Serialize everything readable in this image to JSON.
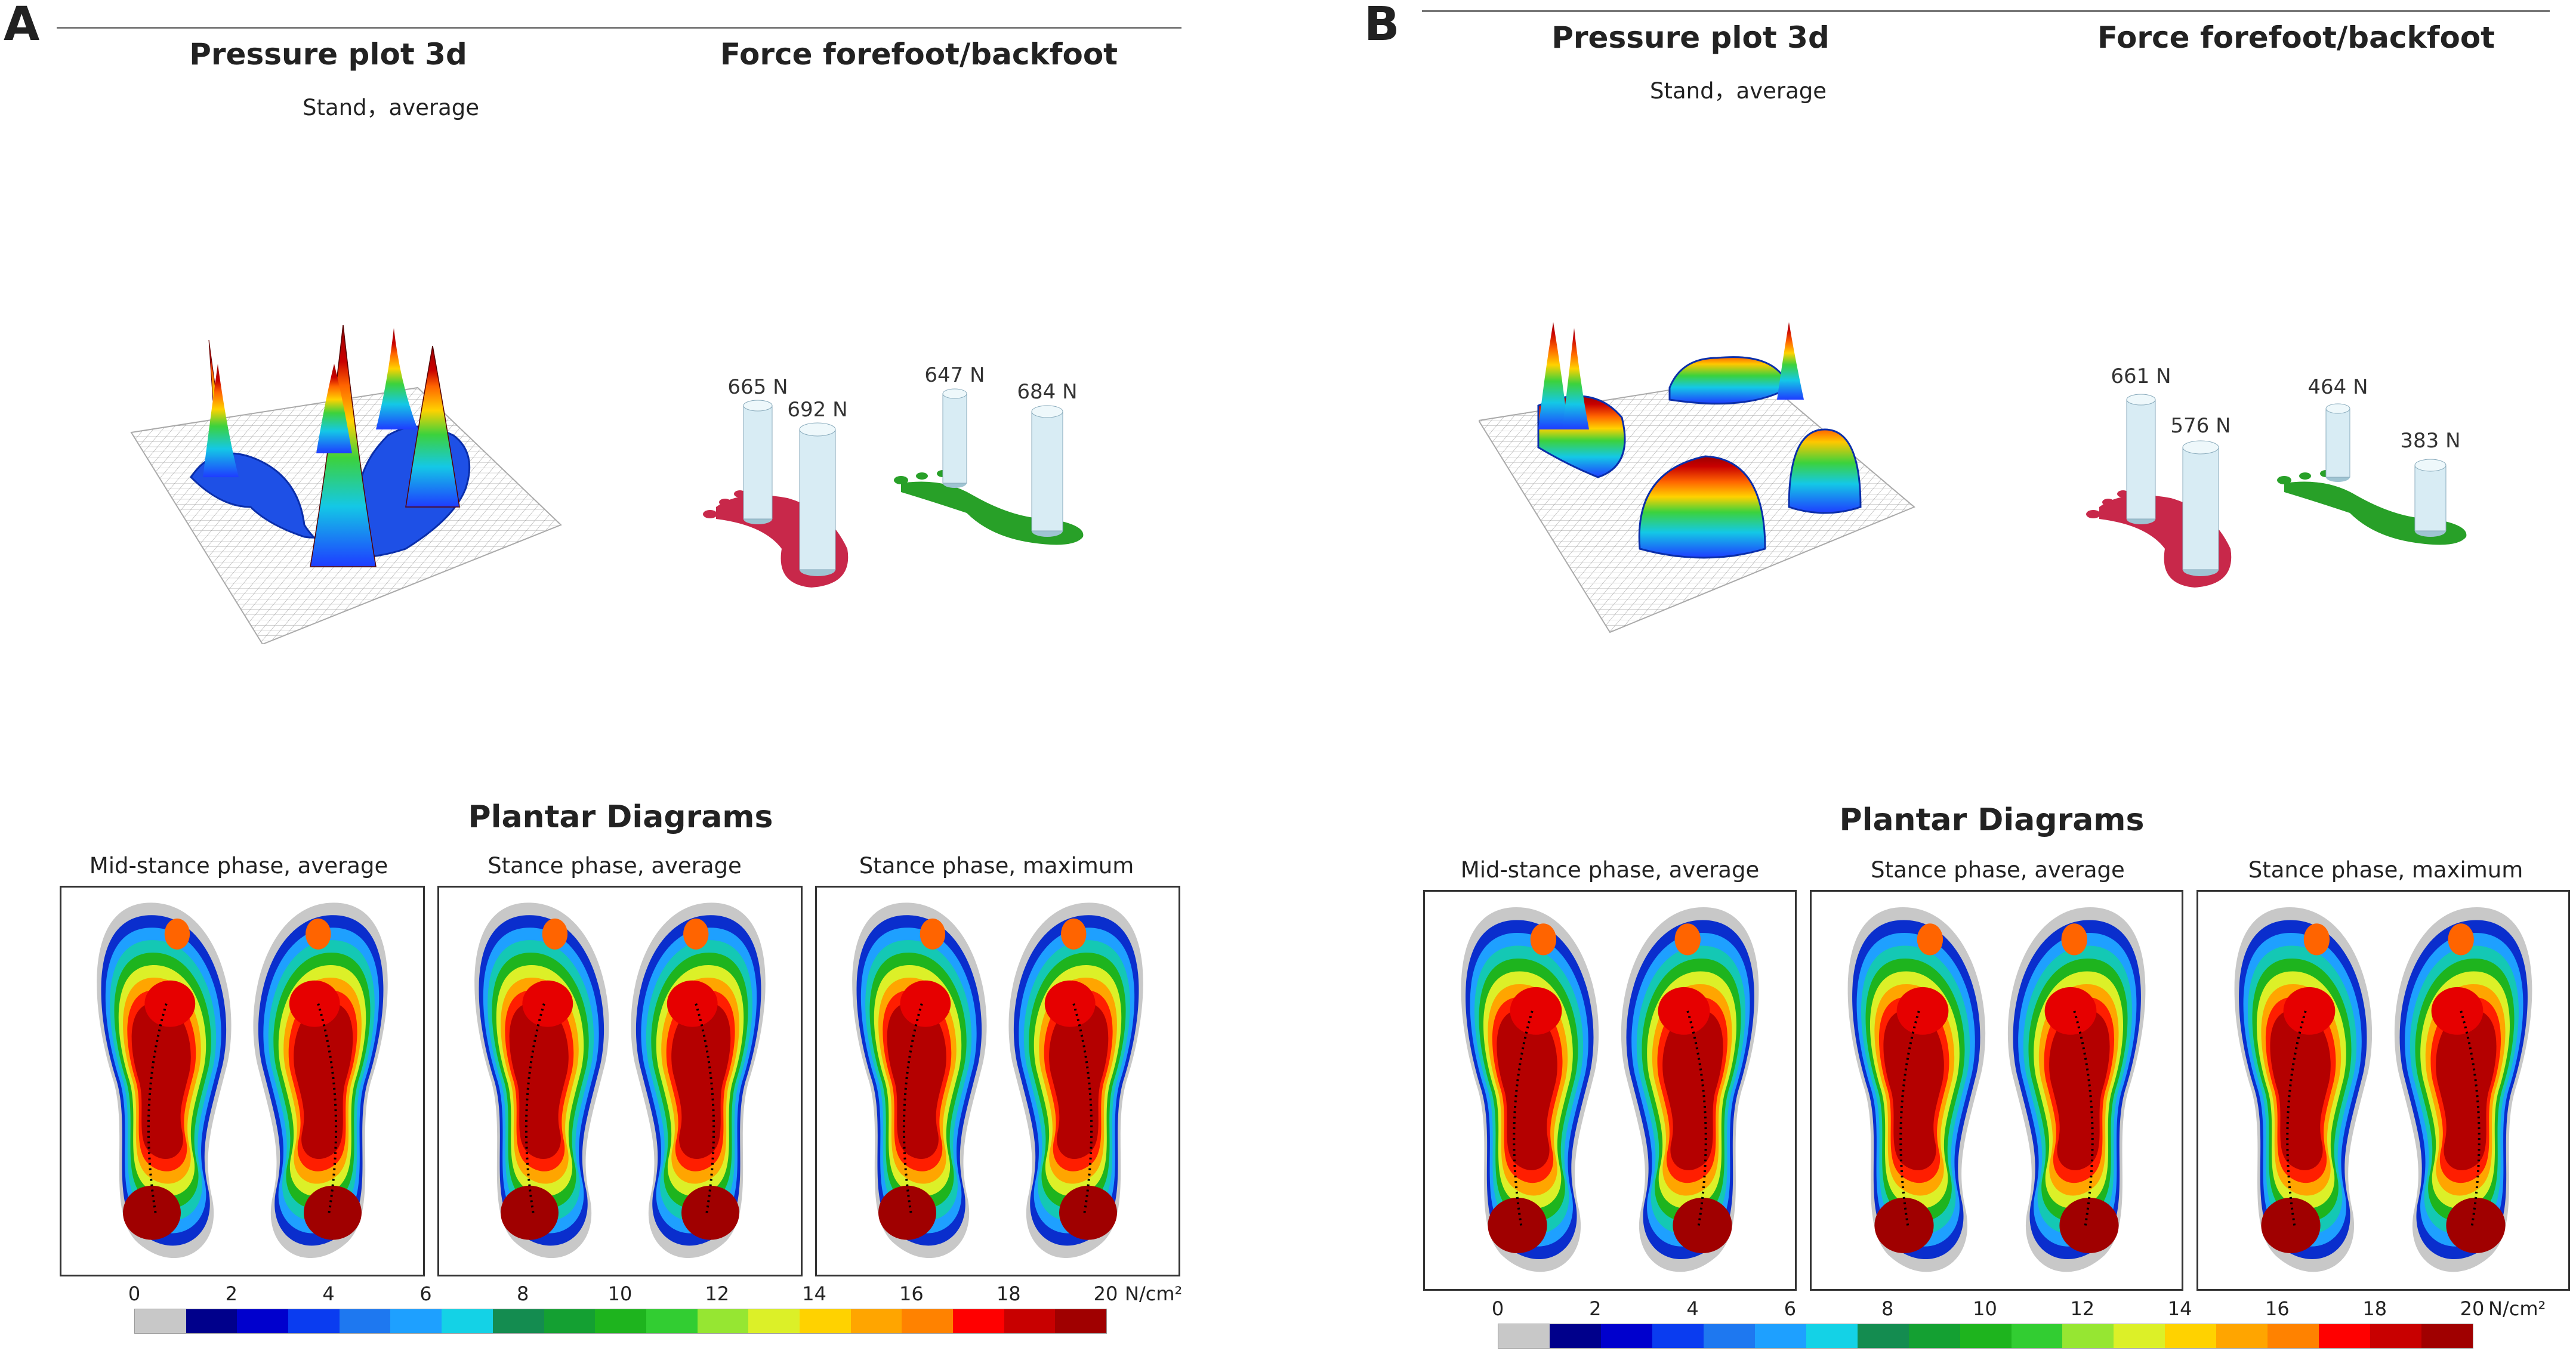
{
  "panels": [
    {
      "label": "A",
      "pressure_title": "Pressure plot 3d",
      "pressure_subtitle": "Stand，average",
      "force_title": "Force forefoot/backfoot",
      "forces": [
        "665 N",
        "692 N",
        "647 N",
        "684 N"
      ],
      "plantar_title": "Plantar Diagrams",
      "diagram_titles": [
        "Mid-stance phase, average",
        "Stance phase, average",
        "Stance phase, maximum"
      ]
    },
    {
      "label": "B",
      "pressure_title": "Pressure plot 3d",
      "pressure_subtitle": "Stand，average",
      "force_title": "Force forefoot/backfoot",
      "forces": [
        "661 N",
        "576 N",
        "464 N",
        "383 N"
      ],
      "plantar_title": "Plantar Diagrams",
      "diagram_titles": [
        "Mid-stance phase, average",
        "Stance phase, average",
        "Stance phase, maximum"
      ]
    }
  ],
  "scale": {
    "ticks": [
      "0",
      "2",
      "4",
      "6",
      "8",
      "10",
      "12",
      "14",
      "16",
      "18",
      "20"
    ],
    "unit": "N/cm²",
    "colors": [
      "#c8c8c8",
      "#00008b",
      "#0000cd",
      "#0a3cf0",
      "#1e78f0",
      "#1ea0ff",
      "#14d2e6",
      "#148c50",
      "#14a032",
      "#1eb41e",
      "#32cd32",
      "#96e632",
      "#dcf028",
      "#ffd200",
      "#ffa500",
      "#ff8200",
      "#ff0000",
      "#c80000",
      "#a00000"
    ]
  }
}
